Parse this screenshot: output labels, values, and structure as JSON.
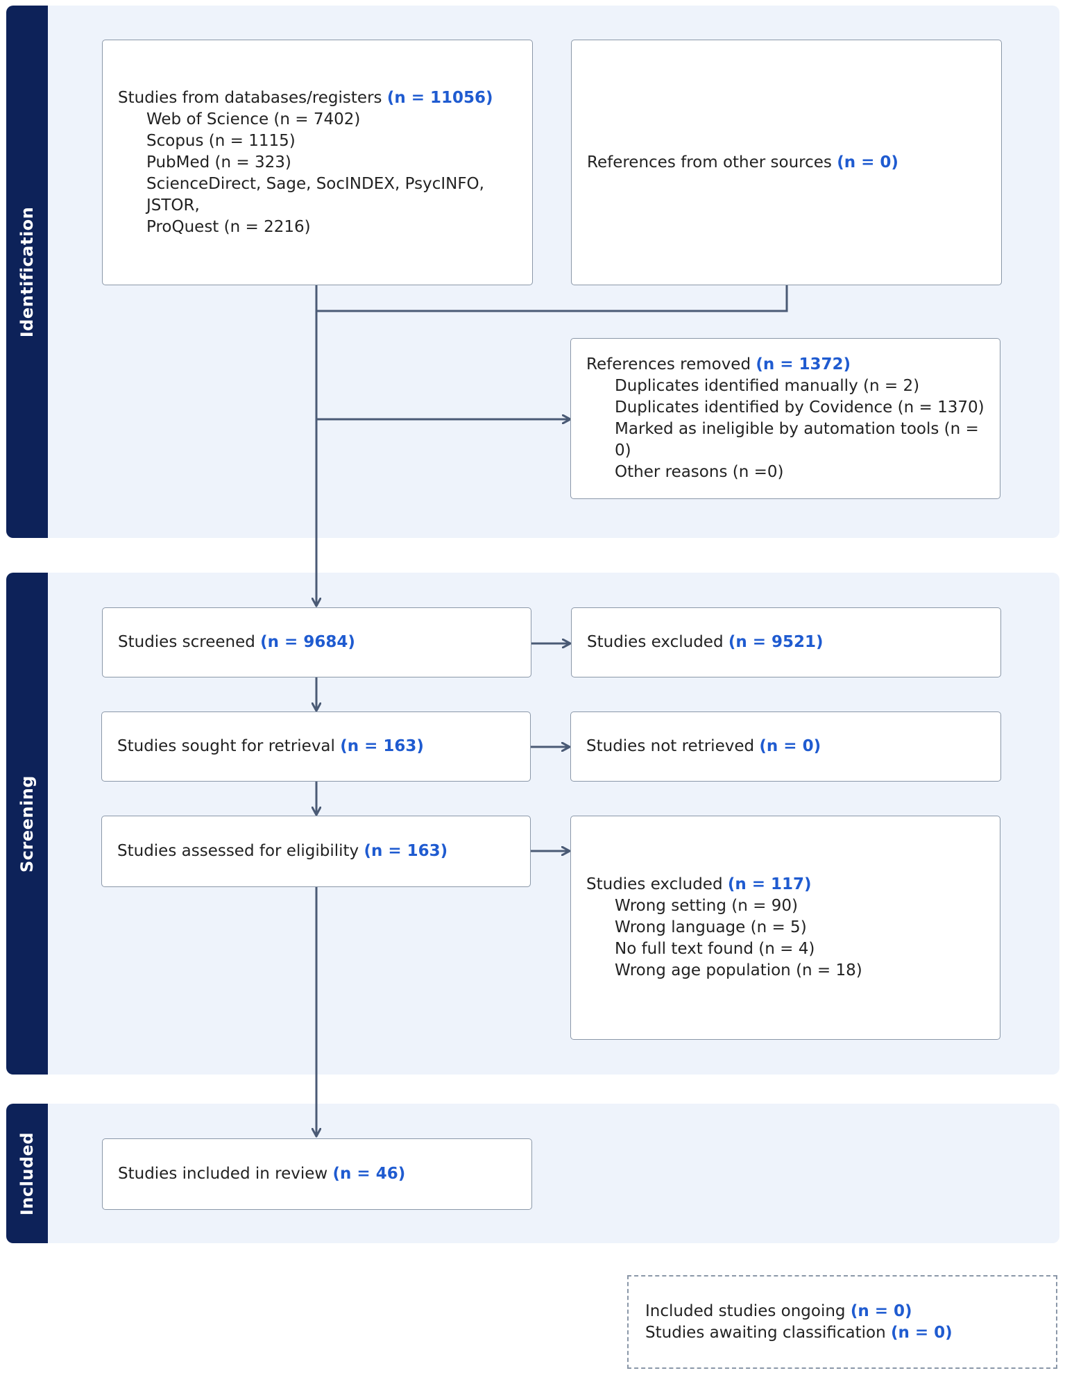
{
  "phases": {
    "identification": "Identification",
    "screening": "Screening",
    "included": "Included"
  },
  "boxes": {
    "databases": {
      "title": "Studies from databases/registers",
      "count": "(n = 11056)",
      "items": [
        "Web of Science (n = 7402)",
        "Scopus (n = 1115)",
        "PubMed (n = 323)",
        "ScienceDirect, Sage, SocINDEX, PsycINFO, JSTOR,",
        "ProQuest (n = 2216)"
      ]
    },
    "other_sources": {
      "title": "References from other sources",
      "count": "(n = 0)"
    },
    "removed": {
      "title": "References removed",
      "count": "(n = 1372)",
      "items": [
        "Duplicates identified manually (n = 2)",
        "Duplicates identified by Covidence (n = 1370)",
        "Marked as ineligible by automation tools (n = 0)",
        "Other reasons (n =0)"
      ]
    },
    "screened": {
      "title": "Studies screened",
      "count": "(n = 9684)"
    },
    "excluded_screening": {
      "title": "Studies excluded",
      "count": "(n = 9521)"
    },
    "sought": {
      "title": "Studies sought for retrieval",
      "count": "(n = 163)"
    },
    "not_retrieved": {
      "title": "Studies not retrieved",
      "count": "(n = 0)"
    },
    "assessed": {
      "title": "Studies assessed for eligibility",
      "count": "(n = 163)"
    },
    "excluded_eligibility": {
      "title": "Studies excluded",
      "count": "(n = 117)",
      "items": [
        "Wrong setting (n = 90)",
        "Wrong language (n = 5)",
        "No full text found (n = 4)",
        "Wrong age population (n = 18)"
      ]
    },
    "included": {
      "title": "Studies included in review",
      "count": "(n = 46)"
    },
    "ongoing": {
      "line1_title": "Included studies ongoing",
      "line1_count": "(n = 0)",
      "line2_title": "Studies awaiting classification",
      "line2_count": "(n = 0)"
    }
  },
  "colors": {
    "phase_bar": "#0d2259",
    "phase_background": "#eef3fb",
    "count_text": "#1f5bd0",
    "connector": "#4a5a75"
  }
}
